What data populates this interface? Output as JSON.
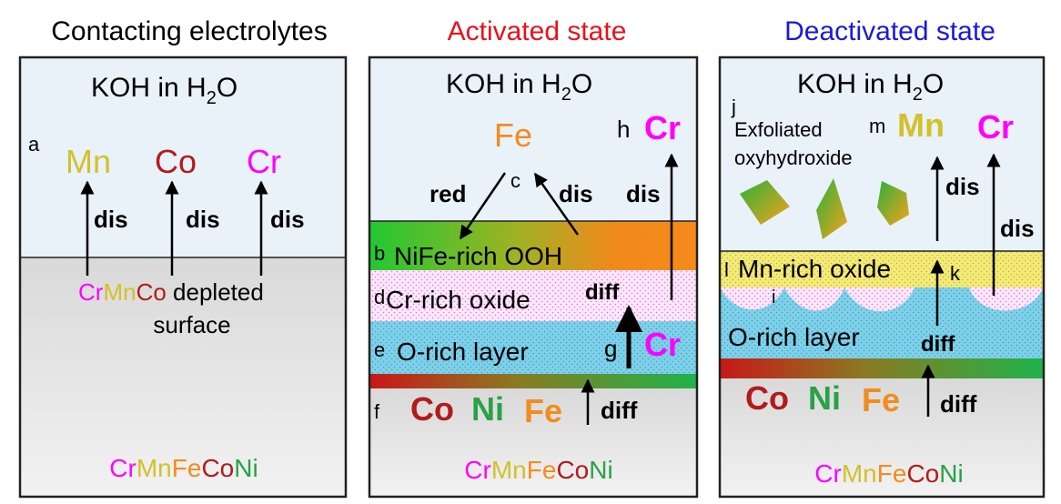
{
  "panel_titles": {
    "contacting": "Contacting electrolytes",
    "activated": "Activated state",
    "deactivated": "Deactivated state"
  },
  "electrolyte": {
    "main": "KOH in H",
    "sub": "2",
    "tail": "O"
  },
  "alloy": [
    "Cr",
    "Mn",
    "Fe",
    "Co",
    "Ni"
  ],
  "element_colors": {
    "Cr": "#ff00ff",
    "Mn": "#d2c12a",
    "Fe": "#f28c1e",
    "Co": "#b31b1b",
    "Ni": "#2aa147"
  },
  "title_colors": {
    "contacting": "#000000",
    "activated": "#e8121b",
    "deactivated": "#1a1ad9"
  },
  "panel_a": {
    "label": "a",
    "ions": [
      "Mn",
      "Co",
      "Cr"
    ],
    "dis": "dis",
    "depleted_elements": [
      "Cr",
      "Mn",
      "Co"
    ],
    "depleted_rest": " depleted",
    "surface": "surface"
  },
  "panel_b": {
    "fe": "Fe",
    "c": "c",
    "red": "red",
    "dis": "dis",
    "h": "h",
    "cr_top": "Cr",
    "dis_right": "dis",
    "b": "b",
    "layer_ooh": "NiFe-rich OOH",
    "d": "d",
    "layer_cr": "Cr-rich oxide",
    "diff_top": "diff",
    "e": "e",
    "layer_o": "O-rich layer",
    "g": "g",
    "cr_g": "Cr",
    "f": "f",
    "bulk_ions": [
      "Co",
      "Ni",
      "Fe"
    ],
    "diff_bottom": "diff"
  },
  "panel_c": {
    "j": "j",
    "exfoliated": "Exfoliated",
    "oxyhydroxide": "oxyhydroxide",
    "m": "m",
    "mn": "Mn",
    "cr": "Cr",
    "dis1": "dis",
    "dis2": "dis",
    "l": "l",
    "layer_mn": "Mn-rich oxide",
    "k": "k",
    "i": "i",
    "layer_o": "O-rich layer",
    "diff_top": "diff",
    "bulk_ions": [
      "Co",
      "Ni",
      "Fe"
    ],
    "diff_bottom": "diff"
  }
}
